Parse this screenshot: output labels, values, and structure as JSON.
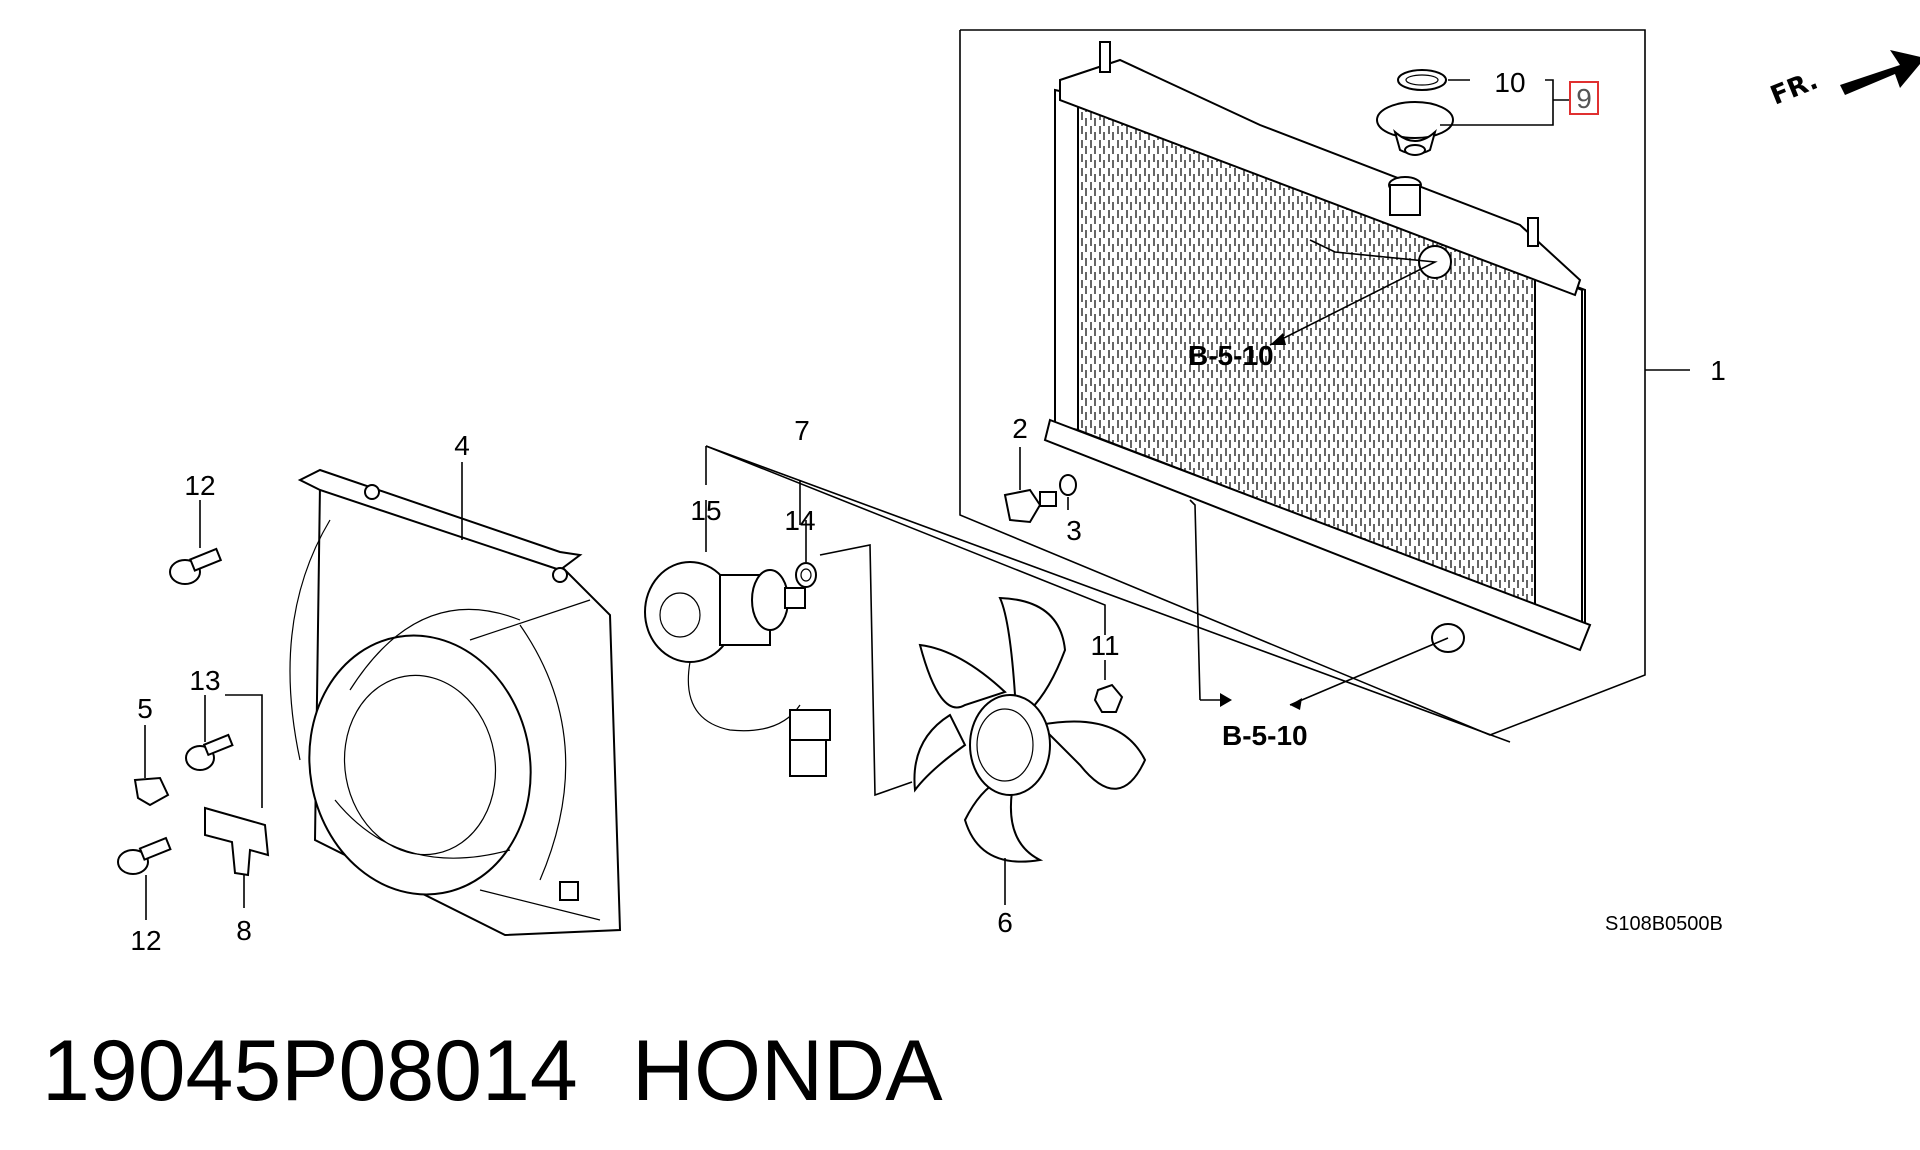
{
  "callouts": {
    "c1": "1",
    "c2": "2",
    "c3": "3",
    "c4": "4",
    "c5": "5",
    "c6": "6",
    "c7": "7",
    "c8": "8",
    "c9": "9",
    "c10": "10",
    "c11": "11",
    "c12a": "12",
    "c12b": "12",
    "c13": "13",
    "c14": "14",
    "c15": "15"
  },
  "references": {
    "ref_top": "B-5-10",
    "ref_bottom": "B-5-10"
  },
  "orientation_label": "FR.",
  "diagram_code": "S108B0500B",
  "caption": {
    "part_number": "19045P08014",
    "brand": "HONDA"
  },
  "colors": {
    "highlight": "#e03030",
    "line": "#000000"
  }
}
